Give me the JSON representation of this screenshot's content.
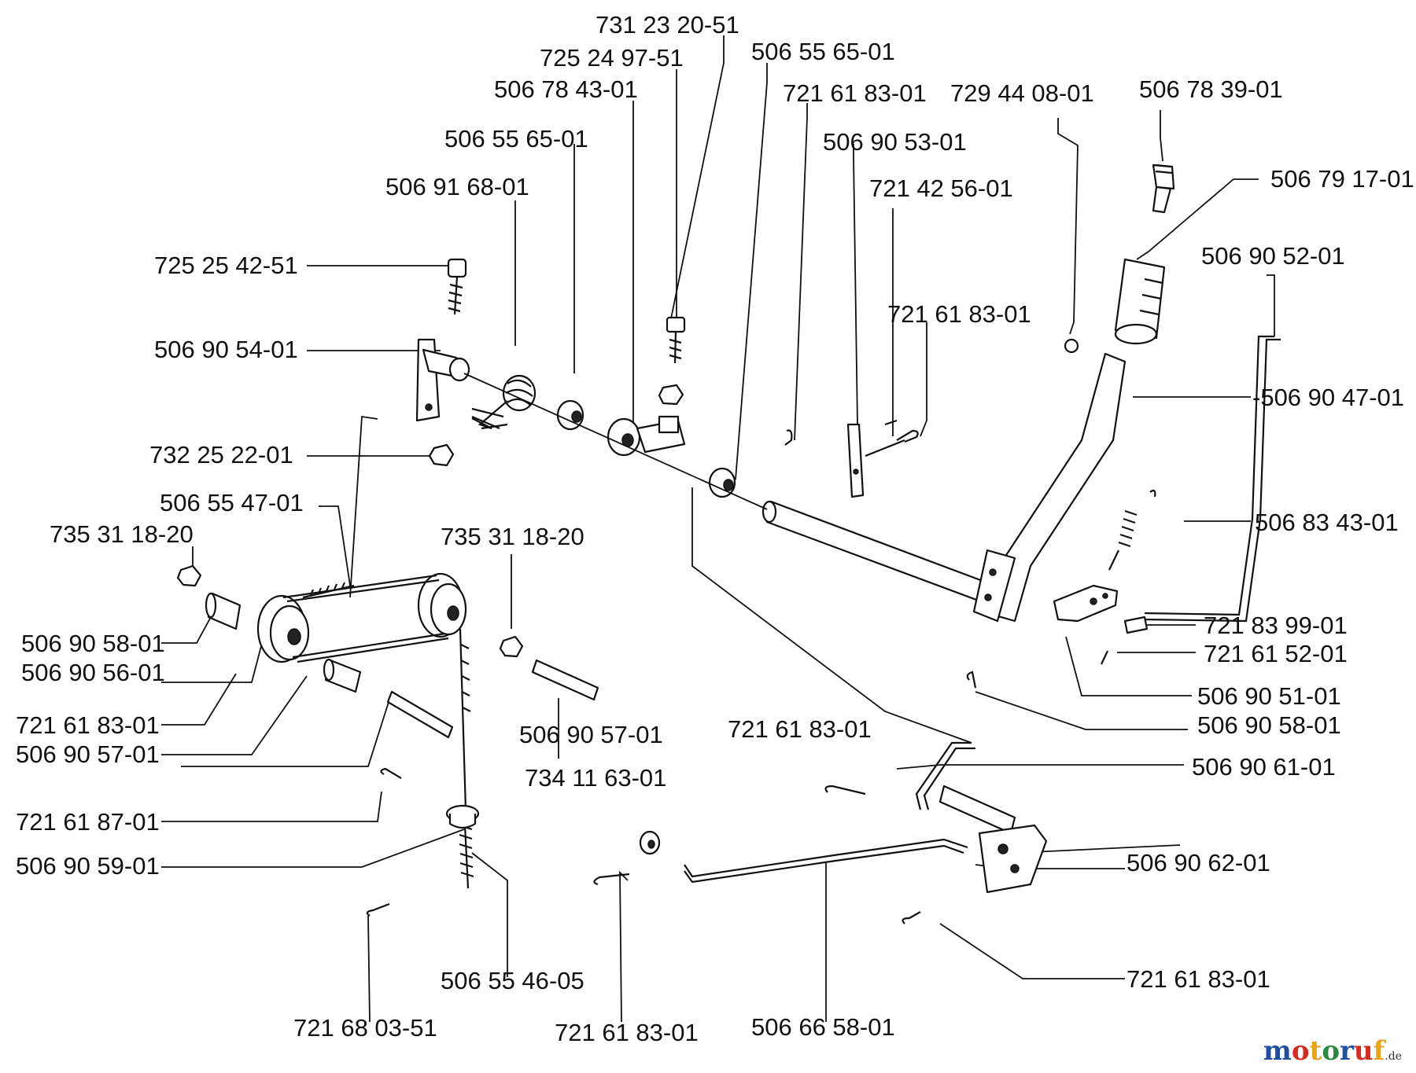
{
  "parts": [
    {
      "id": "p1",
      "number": "731 23 20-51"
    },
    {
      "id": "p2",
      "number": "725 24 97-51"
    },
    {
      "id": "p3",
      "number": "506 78 43-01"
    },
    {
      "id": "p4",
      "number": "506 55 65-01"
    },
    {
      "id": "p5",
      "number": "506 55 65-01"
    },
    {
      "id": "p6",
      "number": "721 61 83-01"
    },
    {
      "id": "p7",
      "number": "729 44 08-01"
    },
    {
      "id": "p8",
      "number": "506 78 39-01"
    },
    {
      "id": "p9",
      "number": "506 90 53-01"
    },
    {
      "id": "p10",
      "number": "721 42 56-01"
    },
    {
      "id": "p11",
      "number": "506 79 17-01"
    },
    {
      "id": "p12",
      "number": "506 91 68-01"
    },
    {
      "id": "p13",
      "number": "725 25 42-51"
    },
    {
      "id": "p14",
      "number": "506 90 52-01"
    },
    {
      "id": "p15",
      "number": "721 61 83-01"
    },
    {
      "id": "p16",
      "number": "506 90 54-01"
    },
    {
      "id": "p17",
      "number": "-506 90 47-01"
    },
    {
      "id": "p18",
      "number": "732 25 22-01"
    },
    {
      "id": "p19",
      "number": "506 55 47-01"
    },
    {
      "id": "p20",
      "number": "735 31 18-20"
    },
    {
      "id": "p21",
      "number": "735 31 18-20"
    },
    {
      "id": "p22",
      "number": "506 83 43-01"
    },
    {
      "id": "p23",
      "number": "721 83 99-01"
    },
    {
      "id": "p24",
      "number": "506 90 58-01"
    },
    {
      "id": "p25",
      "number": "721 61 52-01"
    },
    {
      "id": "p26",
      "number": "506 90 56-01"
    },
    {
      "id": "p27",
      "number": "506 90 51-01"
    },
    {
      "id": "p28",
      "number": "721 61 83-01"
    },
    {
      "id": "p29",
      "number": "506 90 58-01"
    },
    {
      "id": "p30",
      "number": "506 90 57-01"
    },
    {
      "id": "p31",
      "number": "506 90 57-01"
    },
    {
      "id": "p32",
      "number": "721 61 83-01"
    },
    {
      "id": "p33",
      "number": "506 90 61-01"
    },
    {
      "id": "p34",
      "number": "734 11 63-01"
    },
    {
      "id": "p35",
      "number": "721 61 87-01"
    },
    {
      "id": "p36",
      "number": "506 90 59-01"
    },
    {
      "id": "p37",
      "number": "506 90 62-01"
    },
    {
      "id": "p38",
      "number": "506 55 46-05"
    },
    {
      "id": "p39",
      "number": "721 61 83-01"
    },
    {
      "id": "p40",
      "number": "721 68 03-51"
    },
    {
      "id": "p41",
      "number": "721 61 83-01"
    },
    {
      "id": "p42",
      "number": "506 66 58-01"
    }
  ],
  "watermark": {
    "text": "motoruf",
    "suffix": ".de",
    "colors": [
      "#1f4fa0",
      "#d42a1f",
      "#e9a318",
      "#2b8a3e"
    ]
  }
}
